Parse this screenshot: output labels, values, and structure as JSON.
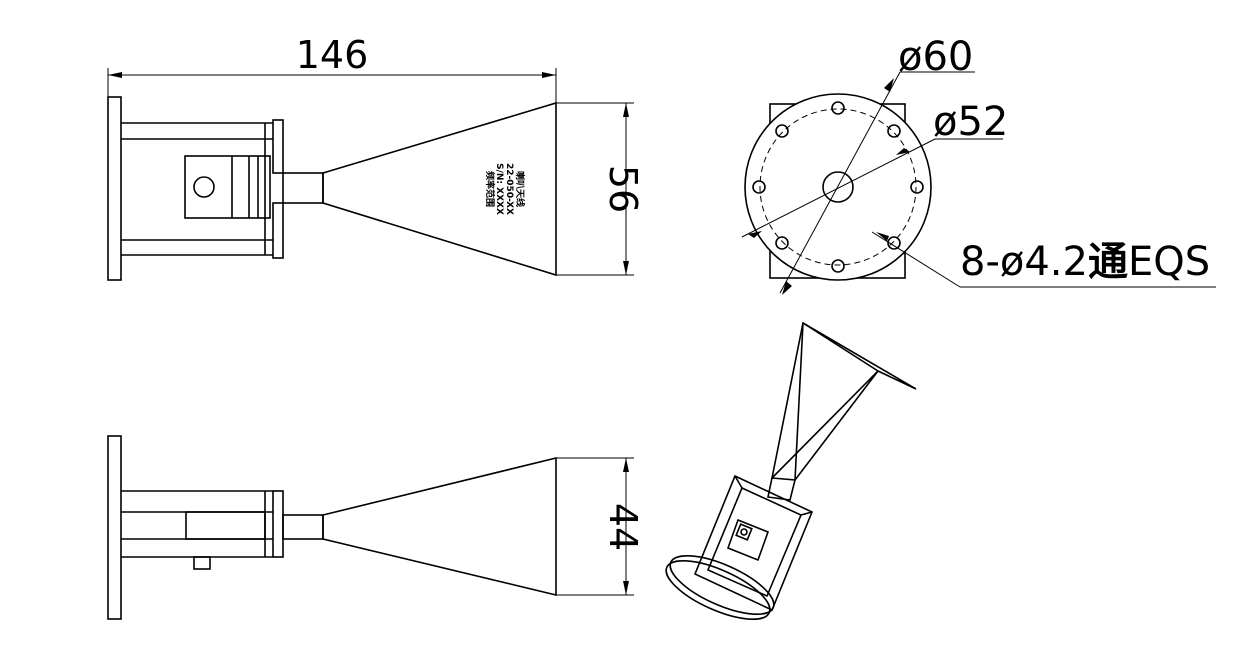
{
  "dimensions": {
    "overall_length": "146",
    "aperture_height_top": "56",
    "aperture_height_side": "44",
    "flange_outer_diameter": "ø60",
    "bolt_circle_diameter": "ø52"
  },
  "hole_callout": {
    "prefix": "8-ø4.2",
    "through": "通",
    "suffix": "EQS"
  },
  "nameplate": {
    "line1": "喇叭天线",
    "line2": "22-050-XX",
    "line3": "S/N: XXXX",
    "line4": "频率范围"
  }
}
